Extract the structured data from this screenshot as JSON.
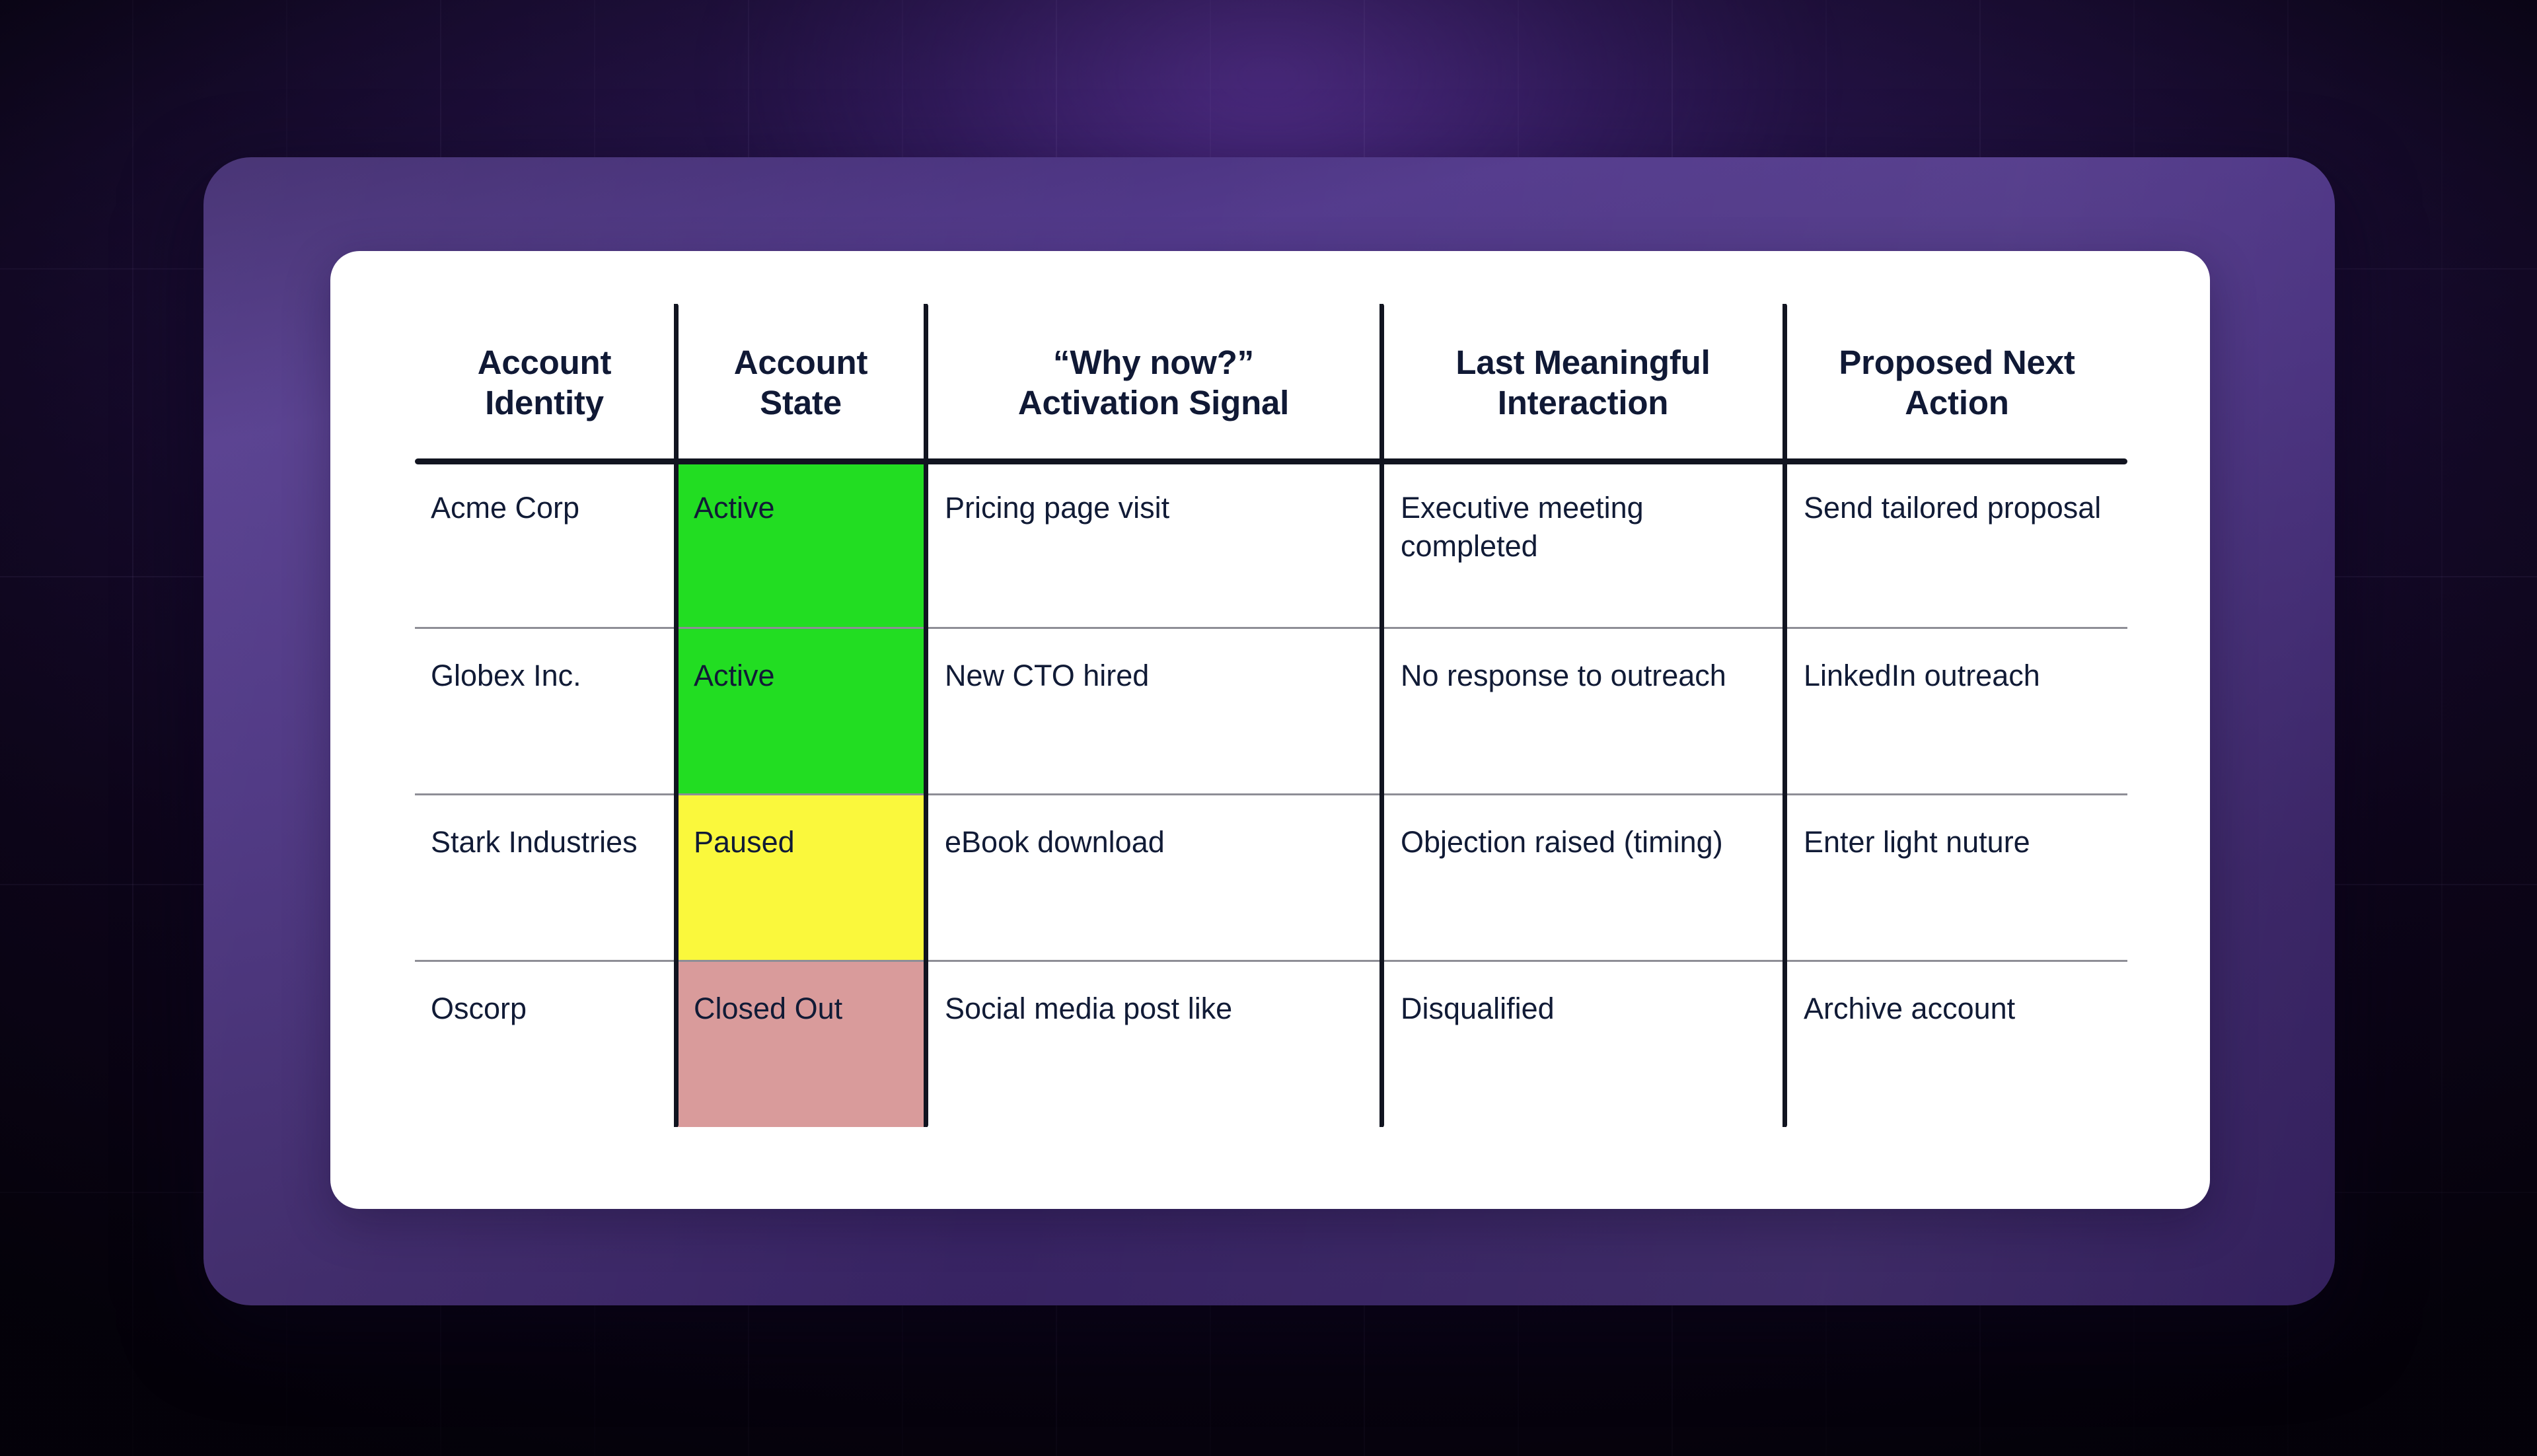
{
  "theme": {
    "card_bg": "#ffffff",
    "panel_purple": "#4a3280",
    "background_dark": "#140829",
    "text_primary": "#111b36",
    "rule_dark": "#111420",
    "rule_light": "#8e8e96",
    "state_active_bg": "#22DD22",
    "state_paused_bg": "#FAF83C",
    "state_closed_bg": "#D99B9B"
  },
  "table": {
    "columns": [
      {
        "id": "identity",
        "label": "Account\nIdentity",
        "line1": "Account",
        "line2": "Identity"
      },
      {
        "id": "state",
        "label": "Account\nState",
        "line1": "Account",
        "line2": "State"
      },
      {
        "id": "signal",
        "label": "“Why now?”\nActivation Signal",
        "line1": "“Why now?”",
        "line2": "Activation Signal"
      },
      {
        "id": "last",
        "label": "Last Meaningful\nInteraction",
        "line1": "Last Meaningful",
        "line2": "Interaction"
      },
      {
        "id": "next",
        "label": "Proposed Next\nAction",
        "line1": "Proposed Next",
        "line2": "Action"
      }
    ],
    "rows": [
      {
        "identity": "Acme Corp",
        "state": "Active",
        "state_key": "active",
        "signal": "Pricing page visit",
        "last": "Executive meeting completed",
        "next": "Send tailored proposal"
      },
      {
        "identity": "Globex Inc.",
        "state": "Active",
        "state_key": "active",
        "signal": "New CTO hired",
        "last": "No response to outreach",
        "next": "LinkedIn outreach"
      },
      {
        "identity": "Stark Industries",
        "state": "Paused",
        "state_key": "paused",
        "signal": "eBook download",
        "last": "Objection raised (timing)",
        "next": "Enter light nuture"
      },
      {
        "identity": "Oscorp",
        "state": "Closed Out",
        "state_key": "closed",
        "signal": "Social media post like",
        "last": "Disqualified",
        "next": "Archive account"
      }
    ]
  }
}
